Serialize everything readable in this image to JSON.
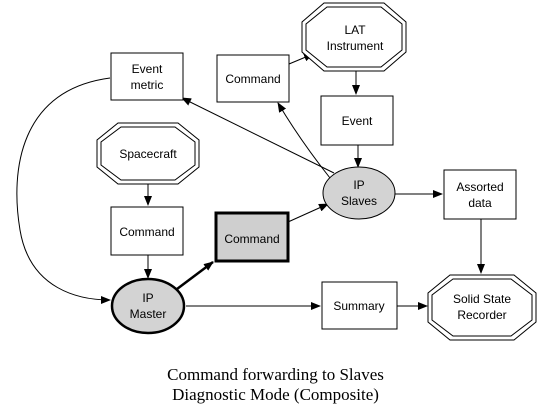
{
  "diagram": {
    "nodes": {
      "lat_instrument": [
        "LAT",
        "Instrument"
      ],
      "command_top": [
        "Command"
      ],
      "event_metric": [
        "Event",
        "metric"
      ],
      "event": [
        "Event"
      ],
      "spacecraft": [
        "Spacecraft"
      ],
      "ip_slaves": [
        "IP",
        "Slaves"
      ],
      "assorted_data": [
        "Assorted",
        "data"
      ],
      "command_mid": [
        "Command"
      ],
      "command_highlight": [
        "Command"
      ],
      "ip_master": [
        "IP",
        "Master"
      ],
      "summary": [
        "Summary"
      ],
      "solid_state_recorder": [
        "Solid State",
        "Recorder"
      ]
    },
    "colors": {
      "ellipse_fill": "#d3d3d3",
      "highlight_fill": "#cfcfcf",
      "line": "#000000"
    }
  },
  "caption": {
    "line1": "Command forwarding to Slaves",
    "line2": "Diagnostic Mode (Composite)"
  }
}
